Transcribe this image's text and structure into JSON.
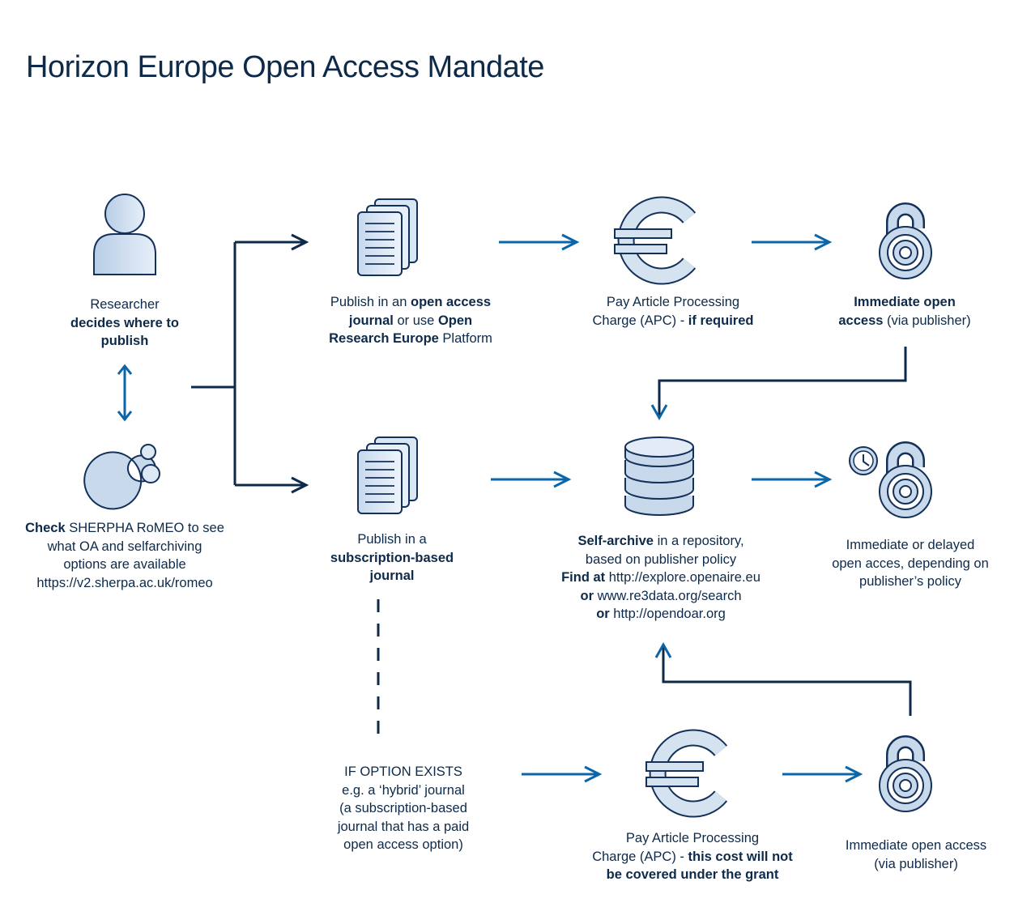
{
  "title": "Horizon Europe Open Access Mandate",
  "colors": {
    "navy": "#0d2a4a",
    "arrow_blue": "#0a66a8",
    "icon_fill_light": "#e2ecf6",
    "icon_fill_mid": "#bcd3ea",
    "icon_outline": "#14315a"
  },
  "icons": {
    "researcher": "person-icon",
    "sherpa": "sherpa-romeo-logo-icon",
    "oa_journal": "document-stack-icon",
    "subscription_journal": "document-stack-icon",
    "apc_top": "euro-icon",
    "apc_bottom": "euro-icon",
    "open_access_top": "open-lock-icon",
    "delayed_access": "open-lock-clock-icon",
    "open_access_bottom": "open-lock-icon",
    "repository": "database-icon"
  },
  "nodes": {
    "researcher": {
      "l1": "Researcher",
      "l2_bold": "decides where to",
      "l3_bold": "publish"
    },
    "sherpa": {
      "l1_bold": "Check",
      "l1_rest": " SHERPHA RoMEO to see",
      "l2": "what OA and selfarchiving",
      "l3": "options are available",
      "l4": "https://v2.sherpa.ac.uk/romeo"
    },
    "oa_journal": {
      "l1_pre": "Publish in an ",
      "l1_bold": "open access",
      "l2_bold1": "journal",
      "l2_mid": " or use ",
      "l2_bold2": "Open",
      "l3_bold": "Research Europe",
      "l3_rest": " Platform"
    },
    "apc_top": {
      "l1": "Pay Article Processing",
      "l2_pre": "Charge (APC) - ",
      "l2_bold": "if required"
    },
    "open_access_top": {
      "l1_bold": "Immediate open",
      "l2_bold": "access",
      "l2_rest": " (via publisher)"
    },
    "subscription_journal": {
      "l1": "Publish in a",
      "l2_bold": "subscription-based",
      "l3_bold": "journal"
    },
    "repository": {
      "l1_bold": "Self-archive",
      "l1_rest": " in a repository,",
      "l2": "based on publisher policy",
      "l3_bold": "Find at",
      "l3_rest": " http://explore.openaire.eu",
      "l4_bold": "or",
      "l4_rest": " www.re3data.org/search",
      "l5_bold": "or",
      "l5_rest": " http://opendoar.org"
    },
    "delayed_access": {
      "l1": "Immediate or delayed",
      "l2": "open acces, depending on",
      "l3": "publisher’s policy"
    },
    "hybrid_option": {
      "l1": "IF OPTION EXISTS",
      "l2": "e.g. a ‘hybrid’ journal",
      "l3": "(a subscription-based",
      "l4": "journal that has a paid",
      "l5": "open access option)"
    },
    "apc_bottom": {
      "l1": "Pay Article Processing",
      "l2_pre": "Charge (APC) - ",
      "l2_bold": "this cost will not",
      "l3_bold": "be covered under the grant"
    },
    "open_access_bottom": {
      "l1": "Immediate open access",
      "l2": "(via publisher)"
    }
  }
}
